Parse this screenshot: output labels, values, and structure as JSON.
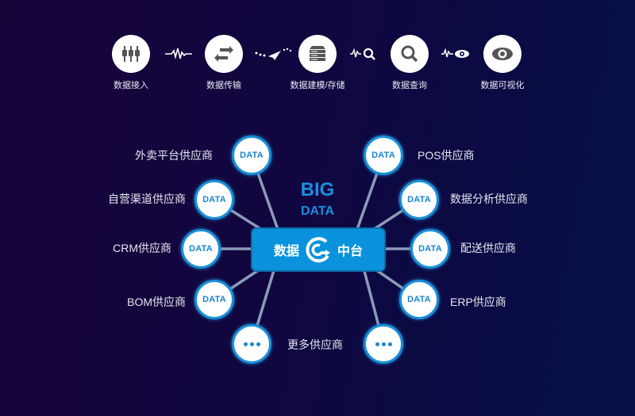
{
  "pipeline": {
    "steps": [
      {
        "label": "数据接入",
        "icon": "connector-icon"
      },
      {
        "label": "数据传输",
        "icon": "transfer-arrows-icon"
      },
      {
        "label": "数据建模/存储",
        "icon": "server-storage-icon"
      },
      {
        "label": "数据查询",
        "icon": "search-icon"
      },
      {
        "label": "数据可视化",
        "icon": "eye-icon"
      }
    ],
    "connectors": [
      "pulse-icon",
      "paper-plane-icon",
      "pulse-search-icon",
      "pulse-eye-icon"
    ]
  },
  "center": {
    "big": "BIG",
    "data": "DATA",
    "hub_left": "数据",
    "hub_right": "中台",
    "hub_icon": "data-platform-logo-icon"
  },
  "node_text": "DATA",
  "vendors_left": [
    {
      "label": "外卖平台供应商",
      "badge": "DATA"
    },
    {
      "label": "自营渠道供应商",
      "badge": "DATA"
    },
    {
      "label": "CRM供应商",
      "badge": "DATA"
    },
    {
      "label": "BOM供应商",
      "badge": "DATA"
    }
  ],
  "vendors_right": [
    {
      "label": "POS供应商",
      "badge": "DATA"
    },
    {
      "label": "数据分析供应商",
      "badge": "DATA"
    },
    {
      "label": "配送供应商",
      "badge": "DATA"
    },
    {
      "label": "ERP供应商",
      "badge": "DATA"
    }
  ],
  "more_label": "更多供应商",
  "colors": {
    "accent": "#1a8fd8",
    "hub": "#0a93dc",
    "line": "#8a9bb8",
    "icon_gray": "#555555"
  }
}
